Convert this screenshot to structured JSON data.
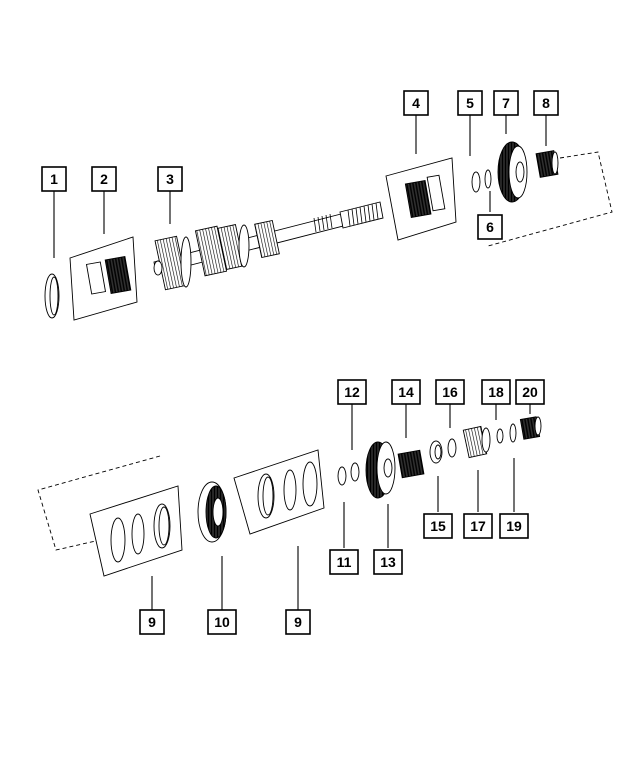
{
  "diagram": {
    "callouts": [
      "1",
      "2",
      "3",
      "4",
      "5",
      "6",
      "7",
      "8",
      "9",
      "10",
      "11",
      "12",
      "13",
      "14",
      "15",
      "16",
      "17",
      "18",
      "19",
      "20"
    ],
    "colors": {
      "ink": "#000000",
      "paper": "#ffffff",
      "shade": "#555555"
    }
  }
}
